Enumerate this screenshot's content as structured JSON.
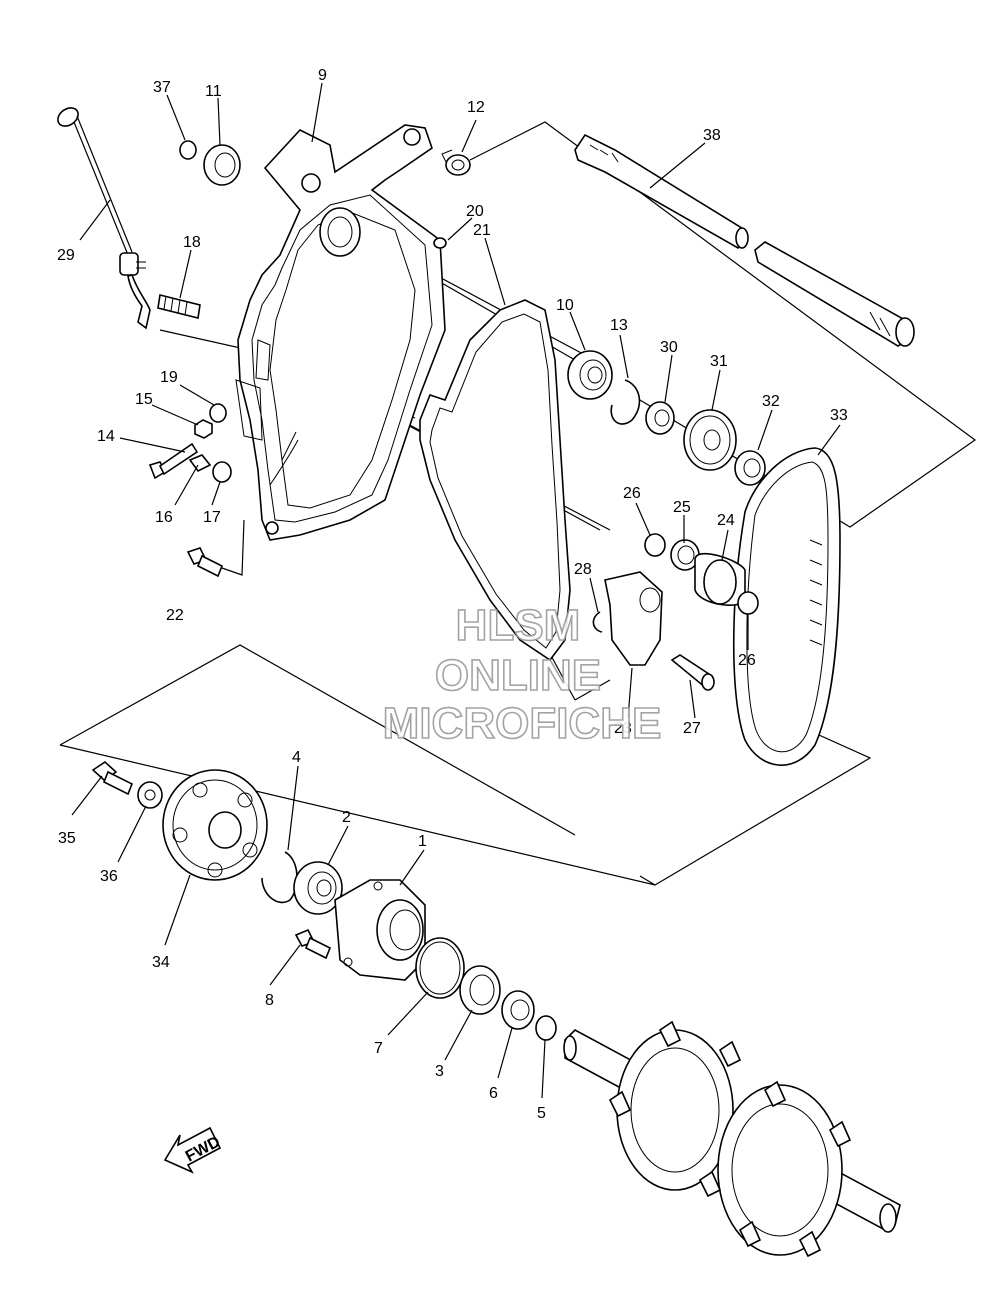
{
  "watermark": {
    "line1": "HLSM",
    "line2": "ONLINE",
    "line3": "MICROFICHE"
  },
  "fwd_label": "FWD",
  "callouts": [
    {
      "id": "1",
      "text": "1"
    },
    {
      "id": "2",
      "text": "2"
    },
    {
      "id": "3",
      "text": "3"
    },
    {
      "id": "4",
      "text": "4"
    },
    {
      "id": "5",
      "text": "5"
    },
    {
      "id": "6",
      "text": "6"
    },
    {
      "id": "7",
      "text": "7"
    },
    {
      "id": "8",
      "text": "8"
    },
    {
      "id": "9",
      "text": "9"
    },
    {
      "id": "10",
      "text": "10"
    },
    {
      "id": "11",
      "text": "11"
    },
    {
      "id": "12",
      "text": "12"
    },
    {
      "id": "13",
      "text": "13"
    },
    {
      "id": "14",
      "text": "14"
    },
    {
      "id": "15",
      "text": "15"
    },
    {
      "id": "16",
      "text": "16"
    },
    {
      "id": "17",
      "text": "17"
    },
    {
      "id": "18",
      "text": "18"
    },
    {
      "id": "19",
      "text": "19"
    },
    {
      "id": "20",
      "text": "20"
    },
    {
      "id": "21",
      "text": "21"
    },
    {
      "id": "22",
      "text": "22"
    },
    {
      "id": "23",
      "text": "23"
    },
    {
      "id": "24",
      "text": "24"
    },
    {
      "id": "25",
      "text": "25"
    },
    {
      "id": "26a",
      "text": "26"
    },
    {
      "id": "26b",
      "text": "26"
    },
    {
      "id": "27",
      "text": "27"
    },
    {
      "id": "28",
      "text": "28"
    },
    {
      "id": "29",
      "text": "29"
    },
    {
      "id": "30",
      "text": "30"
    },
    {
      "id": "31",
      "text": "31"
    },
    {
      "id": "32",
      "text": "32"
    },
    {
      "id": "33",
      "text": "33"
    },
    {
      "id": "34",
      "text": "34"
    },
    {
      "id": "35",
      "text": "35"
    },
    {
      "id": "36",
      "text": "36"
    },
    {
      "id": "37",
      "text": "37"
    },
    {
      "id": "38",
      "text": "38"
    }
  ]
}
